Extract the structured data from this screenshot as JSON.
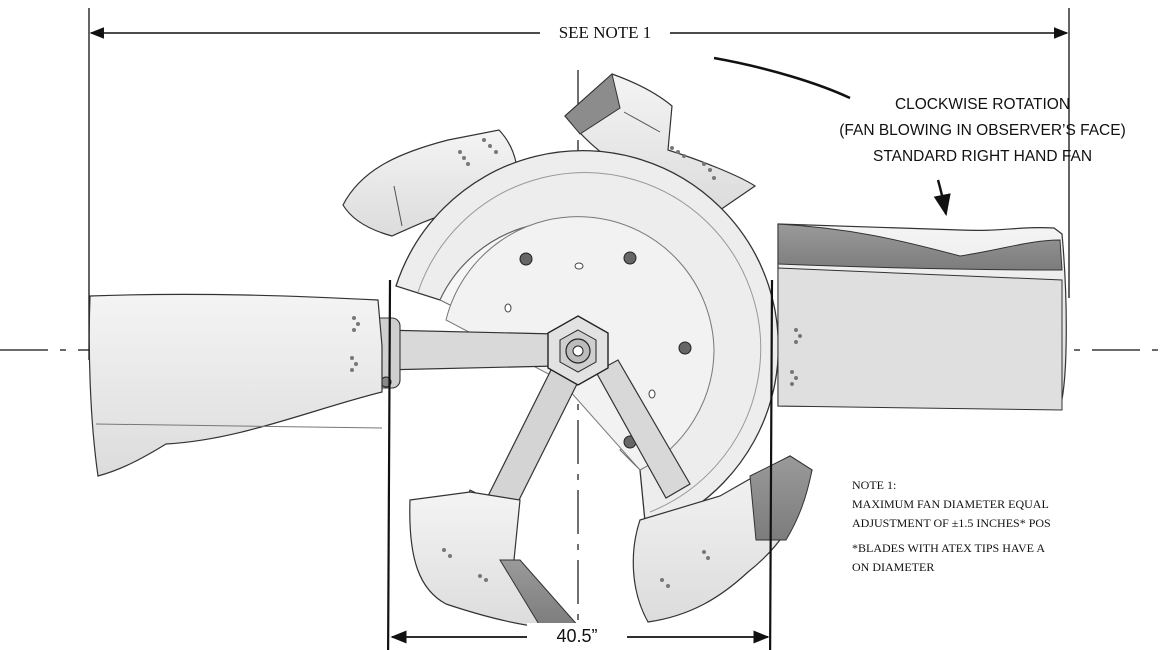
{
  "dimensions": {
    "overall_label": "SEE NOTE 1",
    "hub_span_label": "40.5”"
  },
  "rotation_note": {
    "line1": "CLOCKWISE ROTATION",
    "line2": "(FAN BLOWING IN OBSERVER’S FACE)",
    "line3": "STANDARD RIGHT HAND FAN"
  },
  "note1": {
    "heading": "NOTE 1:",
    "line1": "MAXIMUM FAN DIAMETER EQUAL",
    "line2": "ADJUSTMENT OF ±1.5 INCHES* POS",
    "line3": "*BLADES WITH ATEX TIPS HAVE A",
    "line4": "ON DIAMETER"
  }
}
